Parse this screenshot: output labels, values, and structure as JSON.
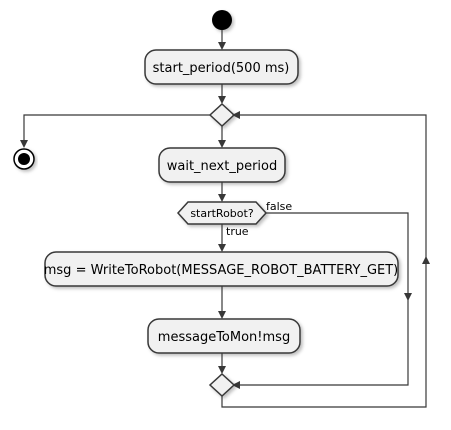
{
  "nodes": {
    "start_period": "start_period(500 ms)",
    "wait_next_period": "wait_next_period",
    "decision": "startRobot?",
    "write_to_robot": "msg = WriteToRobot(MESSAGE_ROBOT_BATTERY_GET)",
    "message_to_mon": "messageToMon!msg"
  },
  "edges": {
    "false_label": "false",
    "true_label": "true"
  },
  "colors": {
    "node_fill": "#f1f1f1",
    "stroke": "#383838",
    "text": "#000000"
  }
}
